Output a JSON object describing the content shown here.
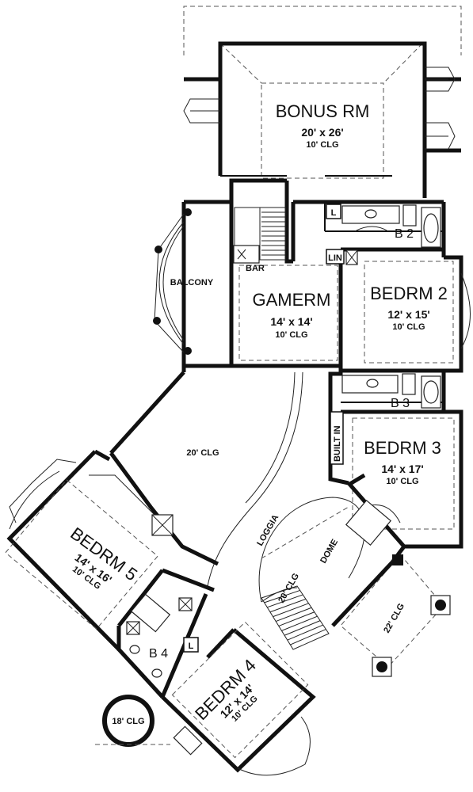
{
  "rooms": {
    "bonus": {
      "name": "BONUS RM",
      "dims": "20' x 26'",
      "clg": "10' CLG"
    },
    "gamerm": {
      "name": "GAMERM",
      "dims": "14' x 14'",
      "clg": "10' CLG"
    },
    "bedrm2": {
      "name": "BEDRM 2",
      "dims": "12' x 15'",
      "clg": "10' CLG"
    },
    "bedrm3": {
      "name": "BEDRM 3",
      "dims": "14' x 17'",
      "clg": "10' CLG"
    },
    "bedrm4": {
      "name": "BEDRM 4",
      "dims": "12' x 14'",
      "clg": "10' CLG"
    },
    "bedrm5": {
      "name": "BEDRM 5",
      "dims": "14' x 16'",
      "clg": "10' CLG"
    }
  },
  "labels": {
    "balcony": "BALCONY",
    "bar": "BAR",
    "lin": "LIN",
    "l_bath2": "L",
    "l_bath4": "L",
    "b2": "B 2",
    "b3": "B 3",
    "b4": "B 4",
    "built_in": "BUILT IN",
    "open_clg_20": "20' CLG",
    "loggia": "LOGGIA",
    "dome": "DOME",
    "dome_clg": "20' CLG",
    "porch_clg": "22' CLG",
    "turret_clg": "18' CLG"
  }
}
